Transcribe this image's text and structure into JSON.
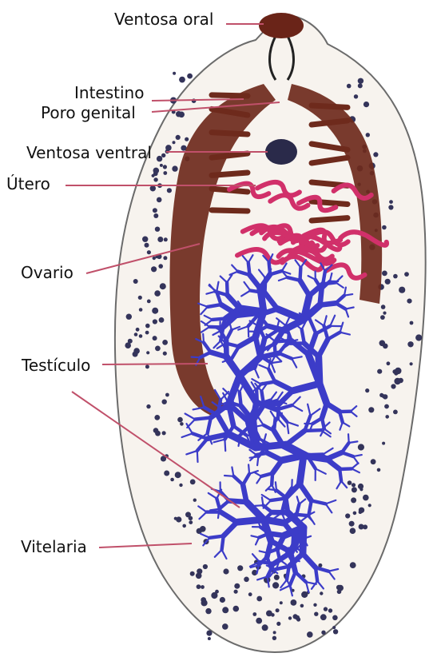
{
  "labels": {
    "ventosa_oral": "Ventosa oral",
    "intestino": "Intestino",
    "poro_genital": "Poro genital",
    "ventosa_ventral": "Ventosa ventral",
    "utero": "Útero",
    "ovario": "Ovario",
    "testiculo": "Testículo",
    "vitelaria": "Vitelaria"
  },
  "colors": {
    "outline": "#6b6b6b",
    "intestine": "#6e2a1c",
    "uterus": "#d1306a",
    "testis": "#3c3cc8",
    "vitellaria": "#34345a",
    "leader": "#c0506a",
    "oral_sucker": "#6a2418"
  }
}
